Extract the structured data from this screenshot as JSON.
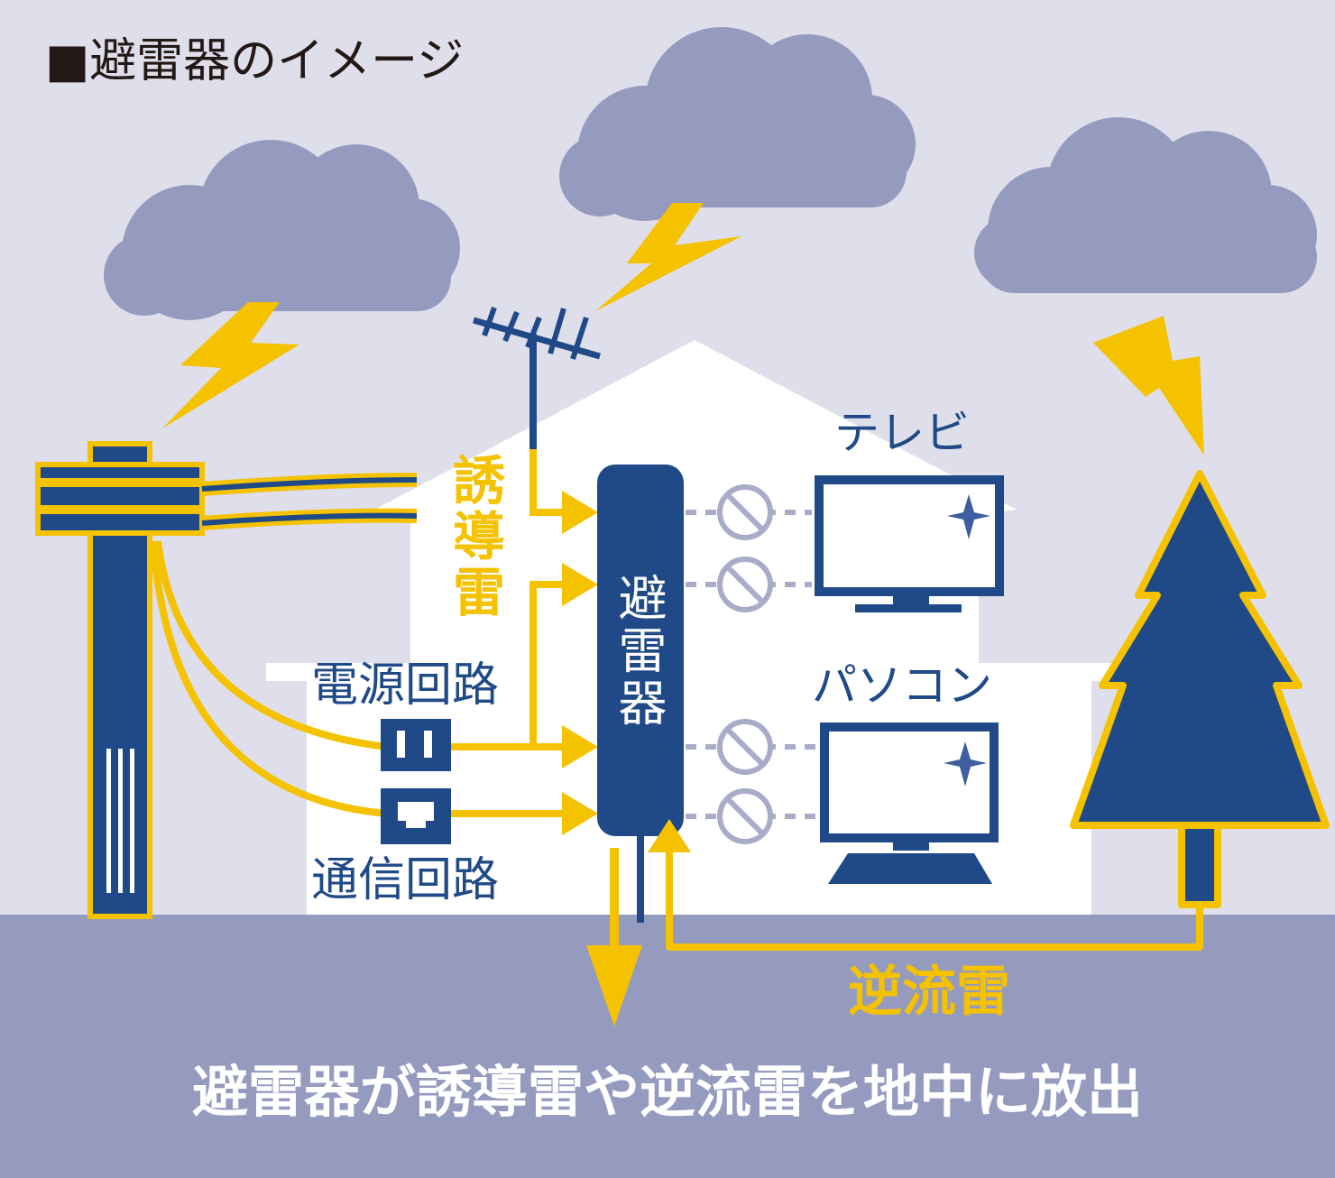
{
  "title": "■避雷器のイメージ",
  "labels": {
    "induced_lightning": "誘導雷",
    "power_circuit": "電源回路",
    "comm_circuit": "通信回路",
    "arrester": "避雷器",
    "tv": "テレビ",
    "pc": "パソコン",
    "back_flow_lightning": "逆流雷",
    "bottom_caption": "避雷器が誘導雷や逆流雷を地中に放出"
  },
  "colors": {
    "sky": "#dfdfeb",
    "cloud": "#959abf",
    "ground": "#959abf",
    "navy": "#1f4a87",
    "yellow": "#f5c200",
    "house": "#ffffff",
    "blocked": "#a9acc9"
  }
}
